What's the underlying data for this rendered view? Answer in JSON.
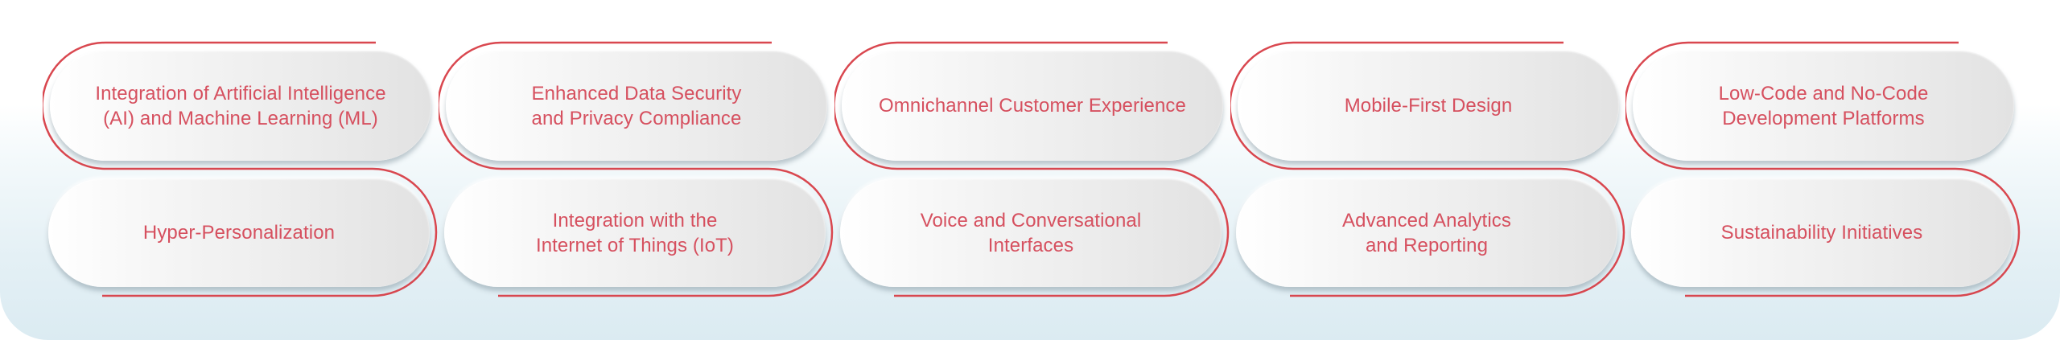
{
  "diagram": {
    "accent_color": "#d6505f",
    "outline_color": "#d9474f",
    "columns": [
      {
        "top": {
          "label": "Integration of Artificial Intelligence\n(AI) and Machine Learning (ML)"
        },
        "bottom": {
          "label": "Hyper-Personalization"
        }
      },
      {
        "top": {
          "label": "Enhanced Data Security\nand Privacy Compliance"
        },
        "bottom": {
          "label": "Integration with the\nInternet of Things (IoT)"
        }
      },
      {
        "top": {
          "label": "Omnichannel Customer Experience"
        },
        "bottom": {
          "label": "Voice and Conversational\nInterfaces"
        }
      },
      {
        "top": {
          "label": "Mobile-First Design"
        },
        "bottom": {
          "label": "Advanced Analytics\nand Reporting"
        }
      },
      {
        "top": {
          "label": "Low-Code and No-Code\nDevelopment Platforms"
        },
        "bottom": {
          "label": "Sustainability Initiatives"
        }
      }
    ]
  }
}
